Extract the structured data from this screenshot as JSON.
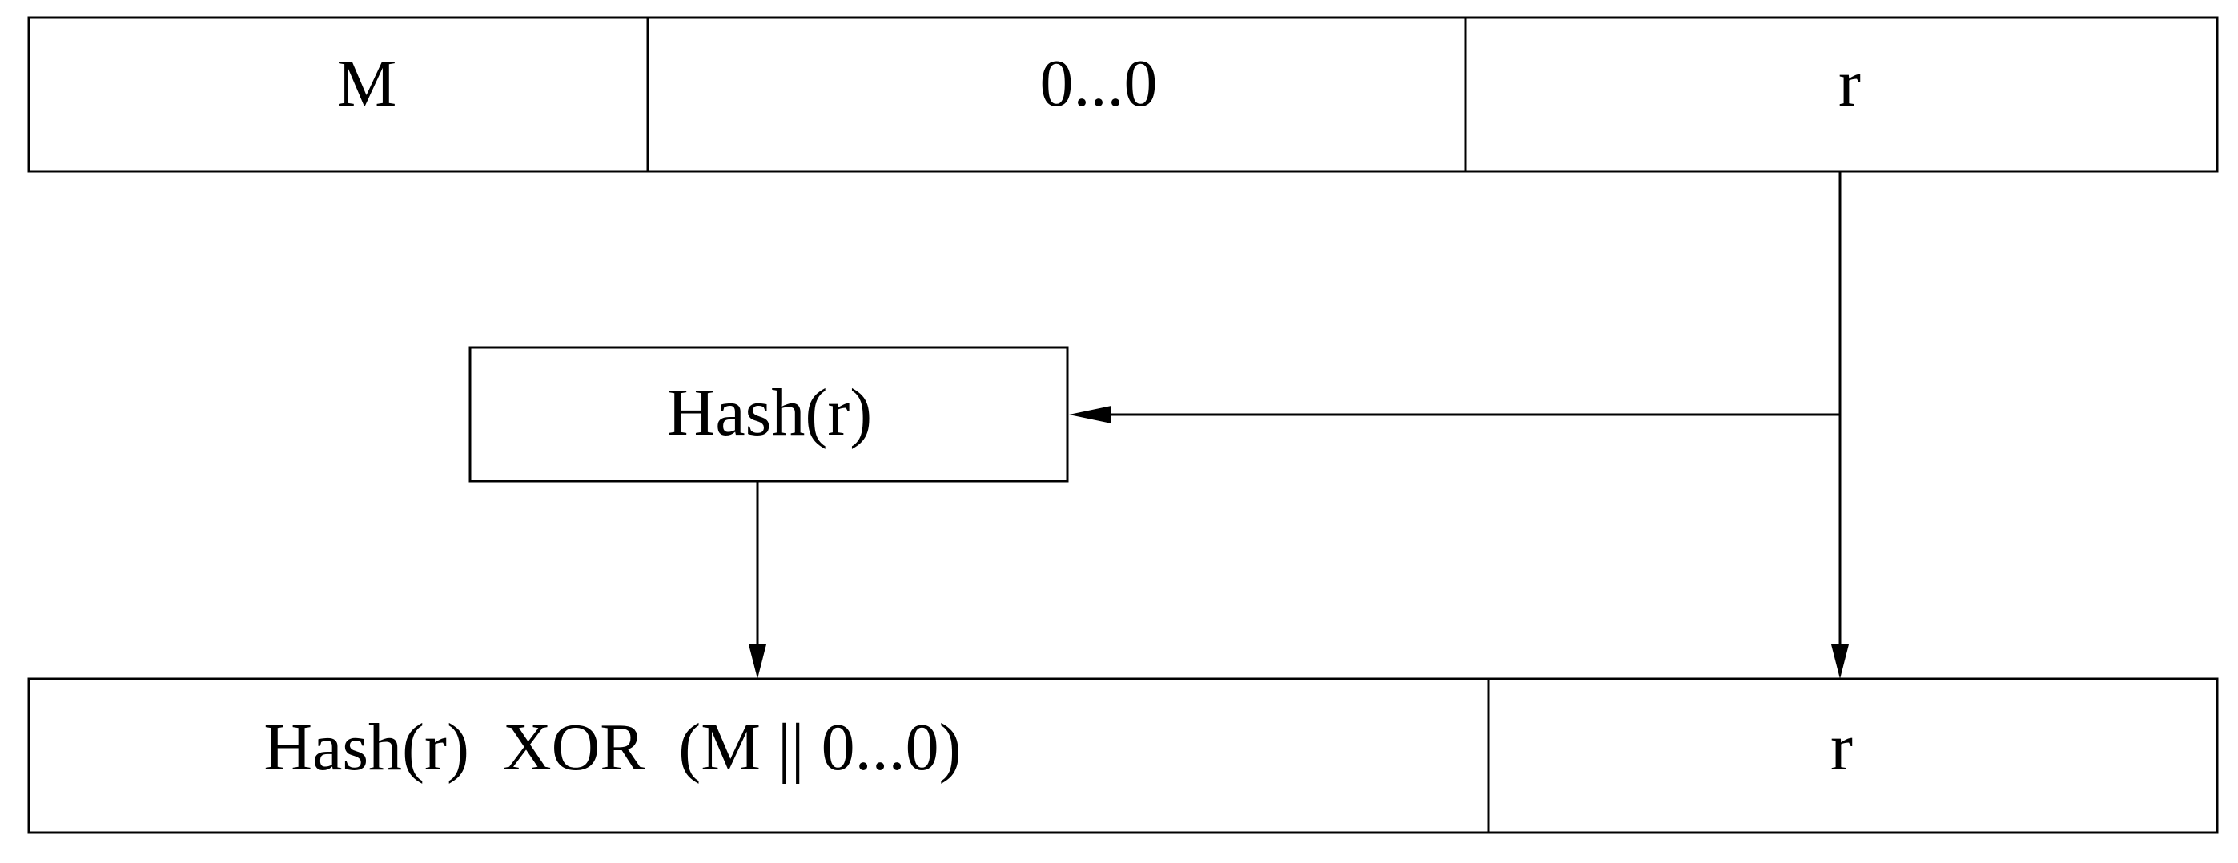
{
  "top_row": {
    "cells": [
      {
        "label": "M"
      },
      {
        "label": "0...0"
      },
      {
        "label": "r"
      }
    ]
  },
  "hash_box": {
    "label": "Hash(r)"
  },
  "bottom_row": {
    "cells": [
      {
        "label": "Hash(r)  XOR  (M || 0...0)"
      },
      {
        "label": "r"
      }
    ]
  }
}
